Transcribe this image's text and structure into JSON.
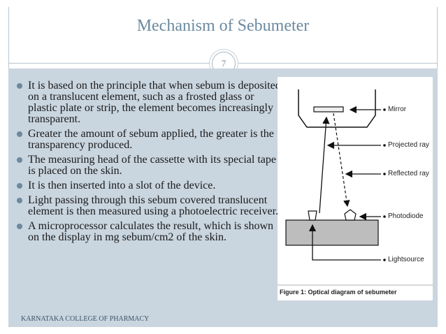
{
  "slide": {
    "title": "Mechanism of Sebumeter",
    "page_number": "7",
    "footer": "KARNATAKA  COLLEGE OF PHARMACY"
  },
  "bullets": [
    "It is based on the principle that when sebum is deposited on a translucent element, such as a frosted glass or plastic plate or strip, the element becomes increasingly transparent.",
    "Greater the amount of sebum applied, the greater is the transparency produced.",
    "The measuring head of the cassette with its special tape is placed on the skin.",
    "It is then inserted into a slot of the device.",
    "Light passing through this sebum covered translucent element is then measured using a photoelectric receiver.",
    "A microprocessor calculates the result, which is shown on the display in mg sebum/cm2 of the skin."
  ],
  "figure": {
    "labels": {
      "mirror": "Mirror",
      "projected_ray": "Projected ray",
      "reflected_ray": "Reflected ray",
      "photodiode": "Photodiode",
      "lightsource": "Lightsource"
    },
    "caption": "Figure 1: Optical diagram of sebumeter"
  }
}
